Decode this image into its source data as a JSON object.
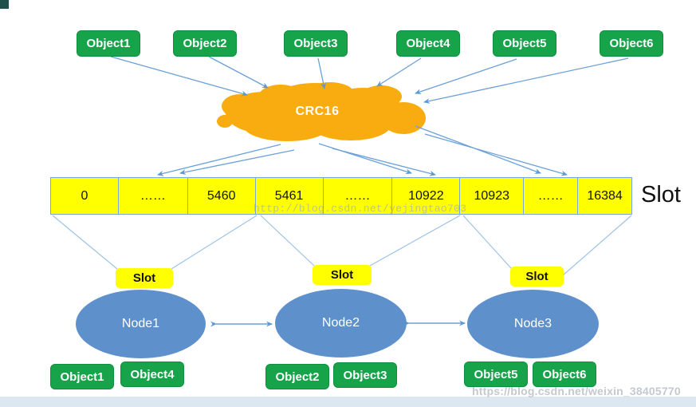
{
  "diagram": {
    "top_objects": [
      "Object1",
      "Object2",
      "Object3",
      "Object4",
      "Object5",
      "Object6"
    ],
    "hash": {
      "label": "CRC16"
    },
    "slot_table": {
      "cells": [
        "0",
        "……",
        "5460",
        "5461",
        "……",
        "10922",
        "10923",
        "……",
        "16384"
      ],
      "row_label": "Slot"
    },
    "slot_badge_label": "Slot",
    "nodes": [
      {
        "label": "Node1",
        "objects": [
          "Object1",
          "Object4"
        ]
      },
      {
        "label": "Node2",
        "objects": [
          "Object2",
          "Object3"
        ]
      },
      {
        "label": "Node3",
        "objects": [
          "Object5",
          "Object6"
        ]
      }
    ],
    "watermarks": {
      "center": "http://blog.csdn.net/yejingtao703",
      "bottom_right": "https://blog.csdn.net/weixin_38405770"
    },
    "colors": {
      "object_green": "#17A34A",
      "cloud_orange": "#F8AC0F",
      "slot_yellow": "#FFFF00",
      "node_blue": "#5E91CC",
      "arrow_blue": "#5B9BD5"
    }
  }
}
